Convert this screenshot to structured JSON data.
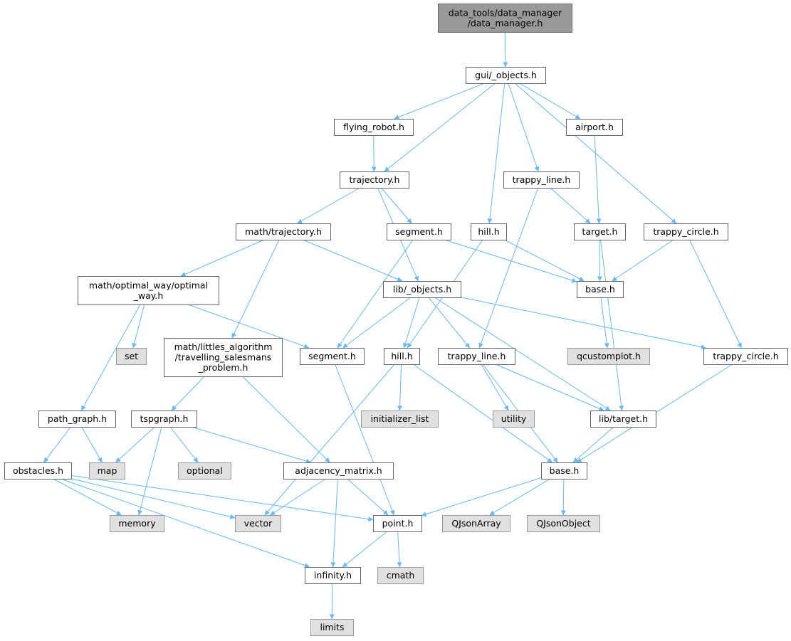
{
  "diagram": {
    "type": "include-dependency-graph",
    "colors": {
      "edge": "#63b8ff",
      "file_fill": "#ffffff",
      "file_border": "#666666",
      "system_fill": "#e0e0e0",
      "system_border": "#999999",
      "root_fill": "#999999"
    },
    "nodes": [
      {
        "id": "root",
        "kind": "root",
        "lines": [
          "data_tools/data_manager",
          "/data_manager.h"
        ]
      },
      {
        "id": "gui_objects",
        "kind": "file",
        "lines": [
          "gui/_objects.h"
        ]
      },
      {
        "id": "flying_robot",
        "kind": "file",
        "lines": [
          "flying_robot.h"
        ]
      },
      {
        "id": "airport",
        "kind": "file",
        "lines": [
          "airport.h"
        ]
      },
      {
        "id": "trajectory",
        "kind": "file",
        "lines": [
          "trajectory.h"
        ]
      },
      {
        "id": "trappy_line1",
        "kind": "file",
        "lines": [
          "trappy_line.h"
        ]
      },
      {
        "id": "math_trajectory",
        "kind": "file",
        "lines": [
          "math/trajectory.h"
        ]
      },
      {
        "id": "segment1",
        "kind": "file",
        "lines": [
          "segment.h"
        ]
      },
      {
        "id": "hill1",
        "kind": "file",
        "lines": [
          "hill.h"
        ]
      },
      {
        "id": "target",
        "kind": "file",
        "lines": [
          "target.h"
        ]
      },
      {
        "id": "trappy_circle1",
        "kind": "file",
        "lines": [
          "trappy_circle.h"
        ]
      },
      {
        "id": "optimal_way",
        "kind": "file",
        "lines": [
          "math/optimal_way/optimal",
          "_way.h"
        ]
      },
      {
        "id": "lib_objects",
        "kind": "file",
        "lines": [
          "lib/_objects.h"
        ]
      },
      {
        "id": "base1",
        "kind": "file",
        "lines": [
          "base.h"
        ]
      },
      {
        "id": "set",
        "kind": "system",
        "lines": [
          "set"
        ]
      },
      {
        "id": "littles",
        "kind": "file",
        "lines": [
          "math/littles_algorithm",
          "/travelling_salesmans",
          "_problem.h"
        ]
      },
      {
        "id": "segment2",
        "kind": "file",
        "lines": [
          "segment.h"
        ]
      },
      {
        "id": "hill2",
        "kind": "file",
        "lines": [
          "hill.h"
        ]
      },
      {
        "id": "trappy_line2",
        "kind": "file",
        "lines": [
          "trappy_line.h"
        ]
      },
      {
        "id": "qcustomplot",
        "kind": "system",
        "lines": [
          "qcustomplot.h"
        ]
      },
      {
        "id": "trappy_circle2",
        "kind": "file",
        "lines": [
          "trappy_circle.h"
        ]
      },
      {
        "id": "initializer_list",
        "kind": "system",
        "lines": [
          "initializer_list"
        ]
      },
      {
        "id": "utility",
        "kind": "system",
        "lines": [
          "utility"
        ]
      },
      {
        "id": "path_graph",
        "kind": "file",
        "lines": [
          "path_graph.h"
        ]
      },
      {
        "id": "tspgraph",
        "kind": "file",
        "lines": [
          "tspgraph.h"
        ]
      },
      {
        "id": "lib_target",
        "kind": "file",
        "lines": [
          "lib/target.h"
        ]
      },
      {
        "id": "obstacles",
        "kind": "file",
        "lines": [
          "obstacles.h"
        ]
      },
      {
        "id": "map",
        "kind": "system",
        "lines": [
          "map"
        ]
      },
      {
        "id": "optional",
        "kind": "system",
        "lines": [
          "optional"
        ]
      },
      {
        "id": "adjacency",
        "kind": "file",
        "lines": [
          "adjacency_matrix.h"
        ]
      },
      {
        "id": "base2",
        "kind": "file",
        "lines": [
          "base.h"
        ]
      },
      {
        "id": "memory",
        "kind": "system",
        "lines": [
          "memory"
        ]
      },
      {
        "id": "vector",
        "kind": "system",
        "lines": [
          "vector"
        ]
      },
      {
        "id": "point",
        "kind": "file",
        "lines": [
          "point.h"
        ]
      },
      {
        "id": "qjsonarray",
        "kind": "system",
        "lines": [
          "QJsonArray"
        ]
      },
      {
        "id": "qjsonobject",
        "kind": "system",
        "lines": [
          "QJsonObject"
        ]
      },
      {
        "id": "infinity",
        "kind": "file",
        "lines": [
          "infinity.h"
        ]
      },
      {
        "id": "cmath",
        "kind": "system",
        "lines": [
          "cmath"
        ]
      },
      {
        "id": "limits",
        "kind": "system",
        "lines": [
          "limits"
        ]
      }
    ],
    "edges": [
      [
        "root",
        "gui_objects"
      ],
      [
        "gui_objects",
        "flying_robot"
      ],
      [
        "gui_objects",
        "trajectory"
      ],
      [
        "gui_objects",
        "hill1"
      ],
      [
        "gui_objects",
        "trappy_line1"
      ],
      [
        "gui_objects",
        "airport"
      ],
      [
        "gui_objects",
        "trappy_circle1"
      ],
      [
        "flying_robot",
        "trajectory"
      ],
      [
        "airport",
        "target"
      ],
      [
        "trajectory",
        "math_trajectory"
      ],
      [
        "trajectory",
        "segment1"
      ],
      [
        "trajectory",
        "lib_objects"
      ],
      [
        "trappy_line1",
        "target"
      ],
      [
        "trappy_line1",
        "trappy_line2"
      ],
      [
        "math_trajectory",
        "optimal_way"
      ],
      [
        "math_trajectory",
        "lib_objects"
      ],
      [
        "math_trajectory",
        "littles"
      ],
      [
        "segment1",
        "segment2"
      ],
      [
        "segment1",
        "base1"
      ],
      [
        "hill1",
        "base1"
      ],
      [
        "hill1",
        "hill2"
      ],
      [
        "target",
        "base1"
      ],
      [
        "target",
        "lib_target"
      ],
      [
        "trappy_circle1",
        "base1"
      ],
      [
        "trappy_circle1",
        "trappy_circle2"
      ],
      [
        "optimal_way",
        "set"
      ],
      [
        "optimal_way",
        "segment2"
      ],
      [
        "optimal_way",
        "path_graph"
      ],
      [
        "lib_objects",
        "segment2"
      ],
      [
        "lib_objects",
        "hill2"
      ],
      [
        "lib_objects",
        "trappy_line2"
      ],
      [
        "lib_objects",
        "lib_target"
      ],
      [
        "lib_objects",
        "trappy_circle2"
      ],
      [
        "base1",
        "qcustomplot"
      ],
      [
        "littles",
        "tspgraph"
      ],
      [
        "littles",
        "adjacency"
      ],
      [
        "segment2",
        "point"
      ],
      [
        "hill2",
        "initializer_list"
      ],
      [
        "hill2",
        "vector"
      ],
      [
        "hill2",
        "base2"
      ],
      [
        "trappy_line2",
        "utility"
      ],
      [
        "trappy_line2",
        "lib_target"
      ],
      [
        "trappy_line2",
        "base2"
      ],
      [
        "trappy_circle2",
        "base2"
      ],
      [
        "path_graph",
        "obstacles"
      ],
      [
        "path_graph",
        "map"
      ],
      [
        "tspgraph",
        "map"
      ],
      [
        "tspgraph",
        "optional"
      ],
      [
        "tspgraph",
        "memory"
      ],
      [
        "tspgraph",
        "adjacency"
      ],
      [
        "lib_target",
        "base2"
      ],
      [
        "obstacles",
        "memory"
      ],
      [
        "obstacles",
        "vector"
      ],
      [
        "obstacles",
        "point"
      ],
      [
        "obstacles",
        "infinity"
      ],
      [
        "adjacency",
        "vector"
      ],
      [
        "adjacency",
        "point"
      ],
      [
        "adjacency",
        "infinity"
      ],
      [
        "base2",
        "point"
      ],
      [
        "base2",
        "qjsonarray"
      ],
      [
        "base2",
        "qjsonobject"
      ],
      [
        "point",
        "infinity"
      ],
      [
        "point",
        "cmath"
      ],
      [
        "infinity",
        "limits"
      ]
    ]
  }
}
